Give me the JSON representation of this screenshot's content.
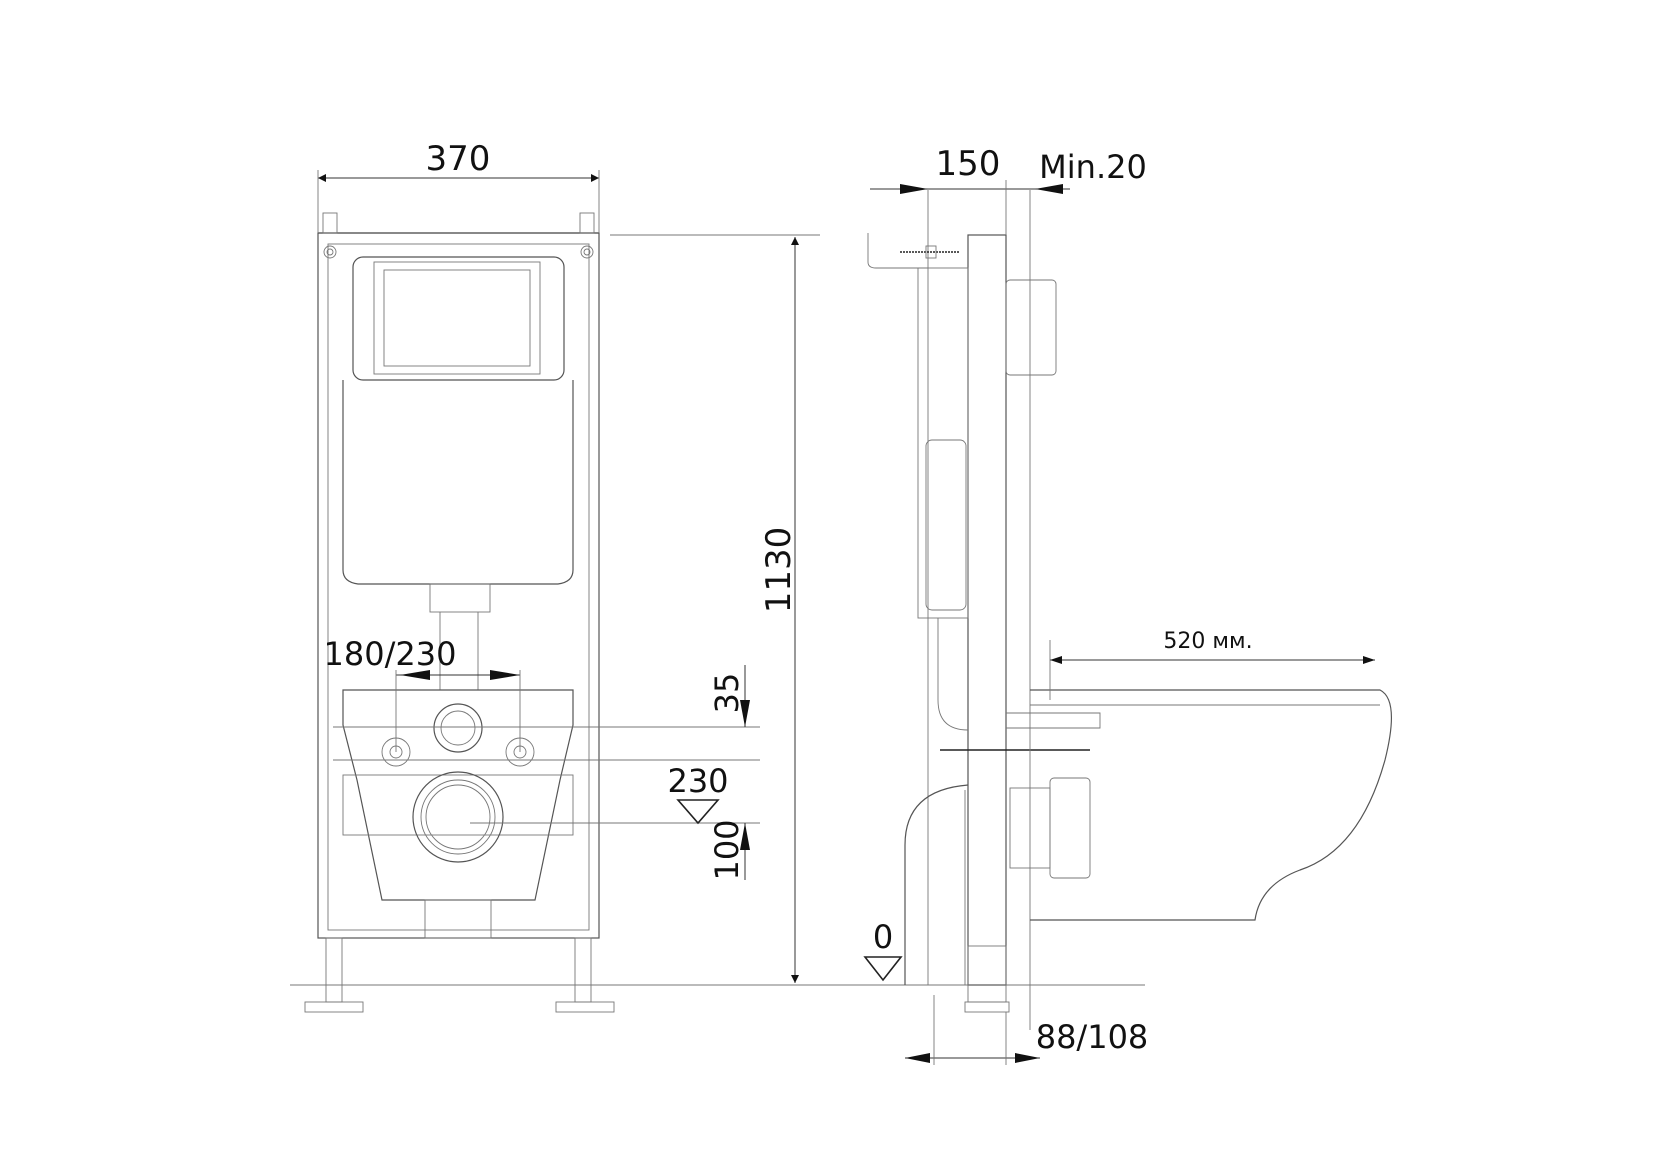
{
  "drawing": {
    "title": "Wall-hung toilet installation frame dimensions",
    "front_view": {
      "width_label": "370",
      "height_label": "1130",
      "bolt_spacing_label": "180/230",
      "drain_offset_label": "35",
      "drain_height_label": "230",
      "bottom_offset_label": "100"
    },
    "side_view": {
      "depth_label": "150",
      "min_gap_label": "Min.20",
      "bowl_length_label": "520 мм.",
      "floor_level_label": "0",
      "foot_adjust_label": "88/108"
    },
    "colors": {
      "line": "#555555",
      "text": "#111111",
      "background": "#ffffff"
    }
  }
}
